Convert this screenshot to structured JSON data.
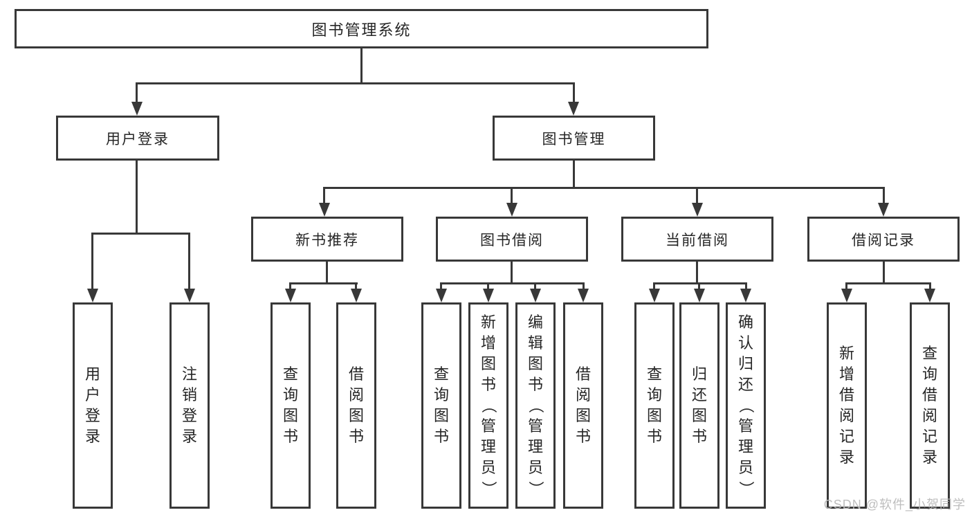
{
  "diagram": {
    "title": "图书管理系统",
    "level2": [
      {
        "label": "用户登录"
      },
      {
        "label": "图书管理"
      }
    ],
    "level3": [
      {
        "label": "新书推荐",
        "parent": "图书管理"
      },
      {
        "label": "图书借阅",
        "parent": "图书管理"
      },
      {
        "label": "当前借阅",
        "parent": "图书管理"
      },
      {
        "label": "借阅记录",
        "parent": "图书管理"
      }
    ],
    "leaves": [
      {
        "label": "用户登录",
        "parent": "用户登录"
      },
      {
        "label": "注销登录",
        "parent": "用户登录"
      },
      {
        "label": "查询图书",
        "parent": "新书推荐"
      },
      {
        "label": "借阅图书",
        "parent": "新书推荐"
      },
      {
        "label": "查询图书",
        "parent": "图书借阅"
      },
      {
        "label": "新增图书（管理员）",
        "parent": "图书借阅"
      },
      {
        "label": "编辑图书（管理员）",
        "parent": "图书借阅"
      },
      {
        "label": "借阅图书",
        "parent": "图书借阅"
      },
      {
        "label": "查询图书",
        "parent": "当前借阅"
      },
      {
        "label": "归还图书",
        "parent": "当前借阅"
      },
      {
        "label": "确认归还（管理员）",
        "parent": "当前借阅"
      },
      {
        "label": "新增借阅记录",
        "parent": "借阅记录"
      },
      {
        "label": "查询借阅记录",
        "parent": "借阅记录"
      }
    ],
    "colors": {
      "line": "#383838",
      "text": "#262626",
      "watermark": "#bababa"
    }
  },
  "watermark": {
    "text": "CSDN @软件_小贺同学"
  }
}
